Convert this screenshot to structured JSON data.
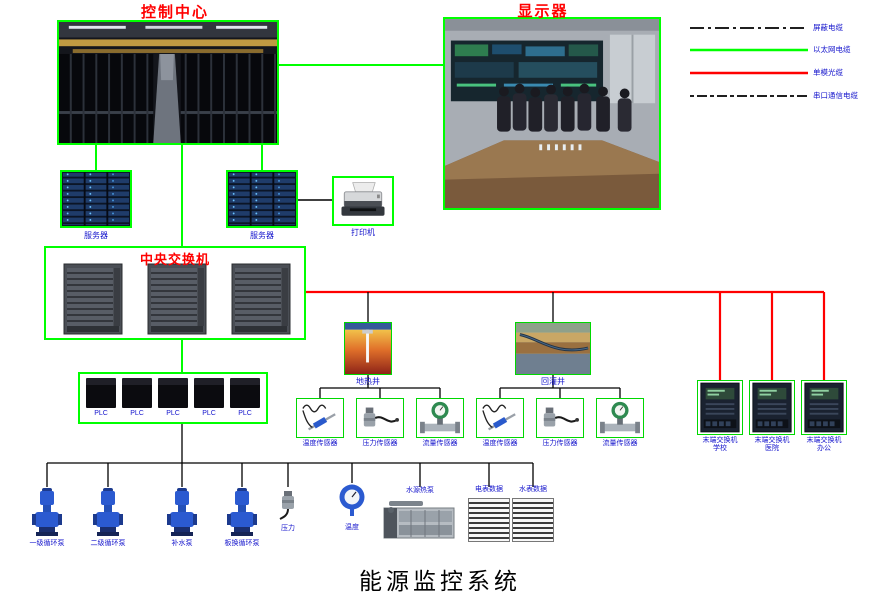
{
  "diagram_title": "能源监控系统",
  "control_center": {
    "title": "控制中心"
  },
  "display_wall": {
    "title": "显示器"
  },
  "legend": {
    "items": [
      {
        "label": "屏蔽电缆",
        "style": "dashdot",
        "color": "#000000"
      },
      {
        "label": "以太网电缆",
        "style": "solid",
        "color": "#00ff00"
      },
      {
        "label": "单模光缆",
        "style": "solid",
        "color": "#ff0000"
      },
      {
        "label": "串口通信电缆",
        "style": "dashed",
        "color": "#000000"
      }
    ]
  },
  "servers": {
    "server1_label": "服务器",
    "server2_label": "服务器"
  },
  "printer": {
    "label": "打印机"
  },
  "central_switch": {
    "title": "中央交换机"
  },
  "plc": {
    "labels": [
      "PLC",
      "PLC",
      "PLC",
      "PLC",
      "PLC"
    ]
  },
  "wells": {
    "geothermal": "地热井",
    "recharge": "回灌井"
  },
  "well_sensors_1": [
    {
      "label": "温度传感器"
    },
    {
      "label": "压力传感器"
    },
    {
      "label": "流量传感器"
    }
  ],
  "well_sensors_2": [
    {
      "label": "温度传感器"
    },
    {
      "label": "压力传感器"
    },
    {
      "label": "流量传感器"
    }
  ],
  "terminal_switches": [
    {
      "label": "末端交换机",
      "site": "学校"
    },
    {
      "label": "末端交换机",
      "site": "医院"
    },
    {
      "label": "末端交换机",
      "site": "办公"
    }
  ],
  "field_devices": {
    "pump1": "一级循环泵",
    "pump2": "二级循环泵",
    "pump3": "补水泵",
    "pump4": "板换循环泵",
    "pressure": "压力",
    "temperature": "温度",
    "heat_pump": "水源热泵",
    "meter_electric": "电表数据",
    "meter_water": "水表数据"
  },
  "colors": {
    "ethernet_cable": "#00ff00",
    "fiber_cable": "#ff0000",
    "shielded_cable": "#000000",
    "serial_cable": "#000000",
    "label_blue": "#1515cc",
    "title_red": "#ff0000",
    "image_border_green": "#00ff00"
  }
}
